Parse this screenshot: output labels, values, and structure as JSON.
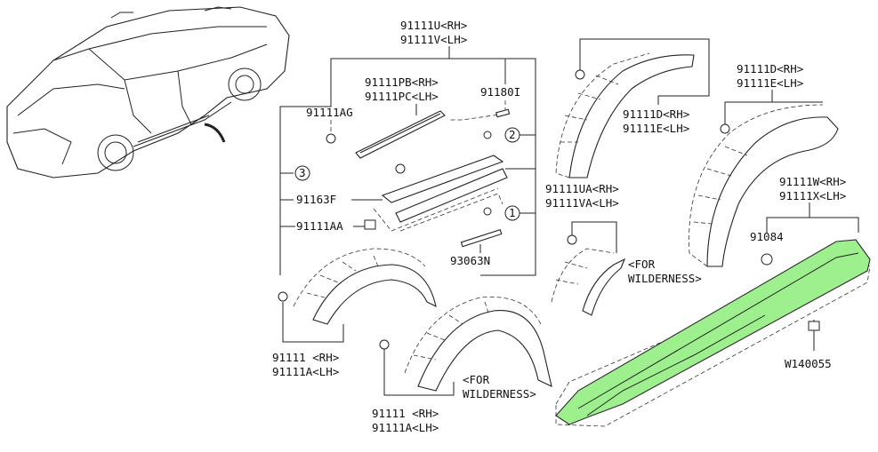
{
  "diagram": {
    "highlight_color": "#9ef08e",
    "labels": {
      "top_rh": "91111U<RH>",
      "top_lh": "91111V<LH>",
      "pb_rh": "91111PB<RH>",
      "pc_lh": "91111PC<LH>",
      "p91180i": "91180I",
      "ag": "91111AG",
      "f": "91163F",
      "aa": "91111AA",
      "n": "93063N",
      "circle_1": "1",
      "circle_2": "2",
      "circle_3": "3",
      "d_mid_rh": "91111D<RH>",
      "e_mid_lh": "91111E<LH>",
      "d_right_rh": "91111D<RH>",
      "e_right_lh": "91111E<LH>",
      "ua_rh": "91111UA<RH>",
      "va_lh": "91111VA<LH>",
      "for_wild_1a": "<FOR",
      "for_wild_1b": "WILDERNESS>",
      "w_rh": "91111W<RH>",
      "x_lh": "91111X<LH>",
      "p91084": "91084",
      "w140055": "W140055",
      "a_left_rh": "91111  <RH>",
      "a_left_lh": "91111A<LH>",
      "a_bot_rh": "91111  <RH>",
      "a_bot_lh": "91111A<LH>",
      "for_wild_2a": "<FOR",
      "for_wild_2b": "WILDERNESS>"
    }
  }
}
